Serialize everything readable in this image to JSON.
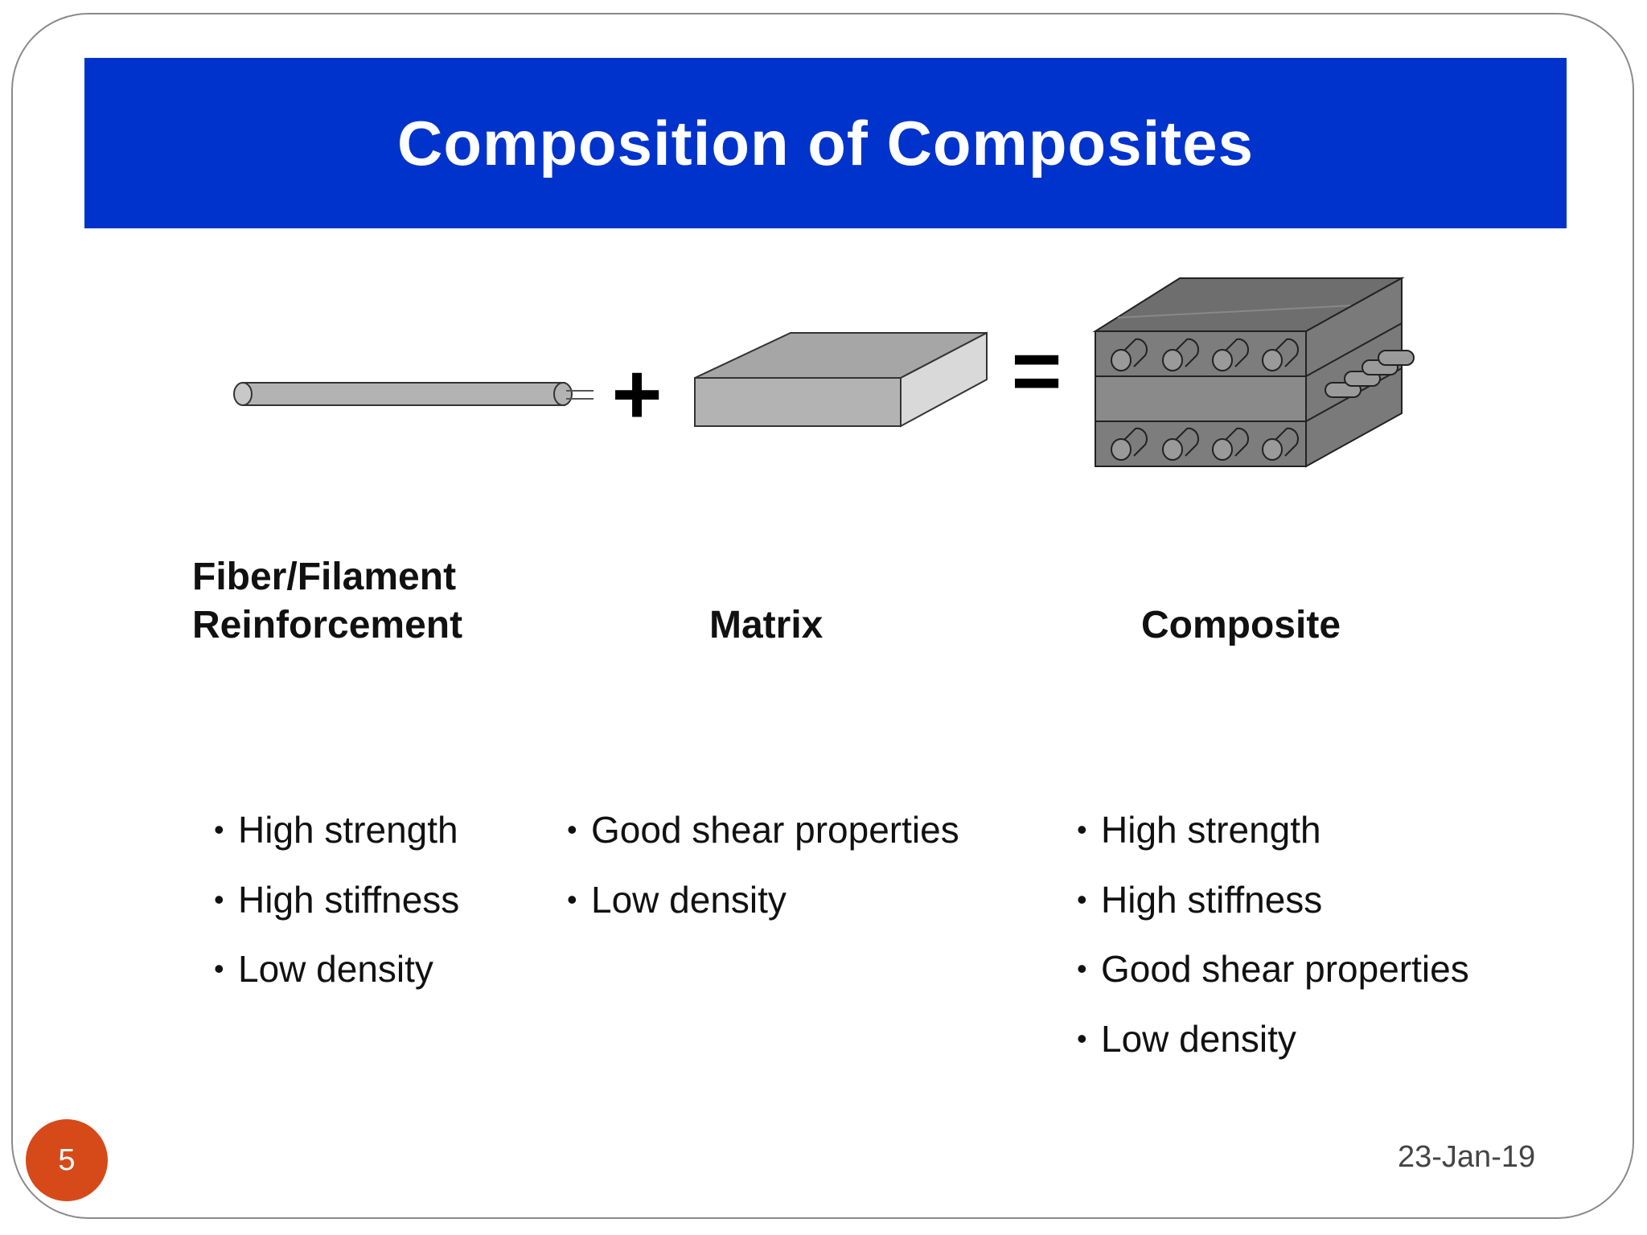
{
  "slide": {
    "title": "Composition of Composites",
    "slide_number": "5",
    "date": "23-Jan-19",
    "colors": {
      "title_bar": "#0033cc",
      "title_text": "#ffffff",
      "slide_number_badge": "#d64a1a",
      "shape_fill": "#b3b3b3",
      "shape_dark": "#6e6e6e"
    }
  },
  "diagram": {
    "operators": {
      "plus": "+",
      "equals": "="
    },
    "icons": [
      "fiber-rod-icon",
      "matrix-slab-icon",
      "composite-block-icon"
    ]
  },
  "columns": [
    {
      "heading_line1": "Fiber/Filament",
      "heading_line2": "Reinforcement",
      "bullets": [
        "High strength",
        "High stiffness",
        "Low density"
      ]
    },
    {
      "heading_line1": "",
      "heading_line2": "Matrix",
      "bullets": [
        "Good shear properties",
        "Low density"
      ]
    },
    {
      "heading_line1": "",
      "heading_line2": "Composite",
      "bullets": [
        "High strength",
        "High stiffness",
        "Good shear properties",
        "Low density"
      ]
    }
  ]
}
